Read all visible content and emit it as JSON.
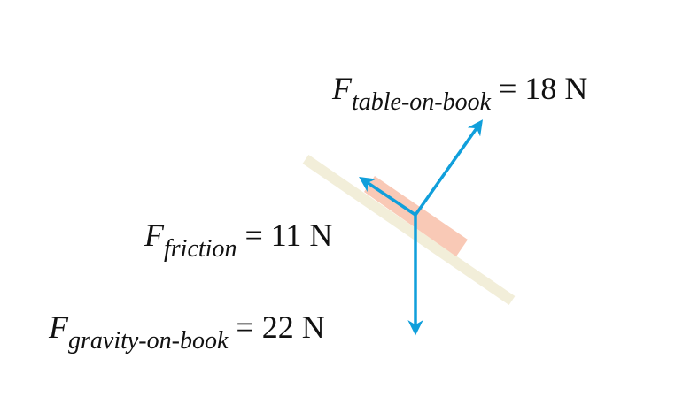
{
  "colors": {
    "arrow": "#109fdb",
    "table": "#f2eed9",
    "book": "#f9c9b6",
    "text": "#111111"
  },
  "forces": [
    {
      "symbol": "F",
      "subscript": "table-on-book",
      "equals": "= 18 N",
      "magnitude_N": 18
    },
    {
      "symbol": "F",
      "subscript": "friction",
      "equals": "= 11 N",
      "magnitude_N": 11
    },
    {
      "symbol": "F",
      "subscript": "gravity-on-book",
      "equals": "= 22 N",
      "magnitude_N": 22
    }
  ]
}
